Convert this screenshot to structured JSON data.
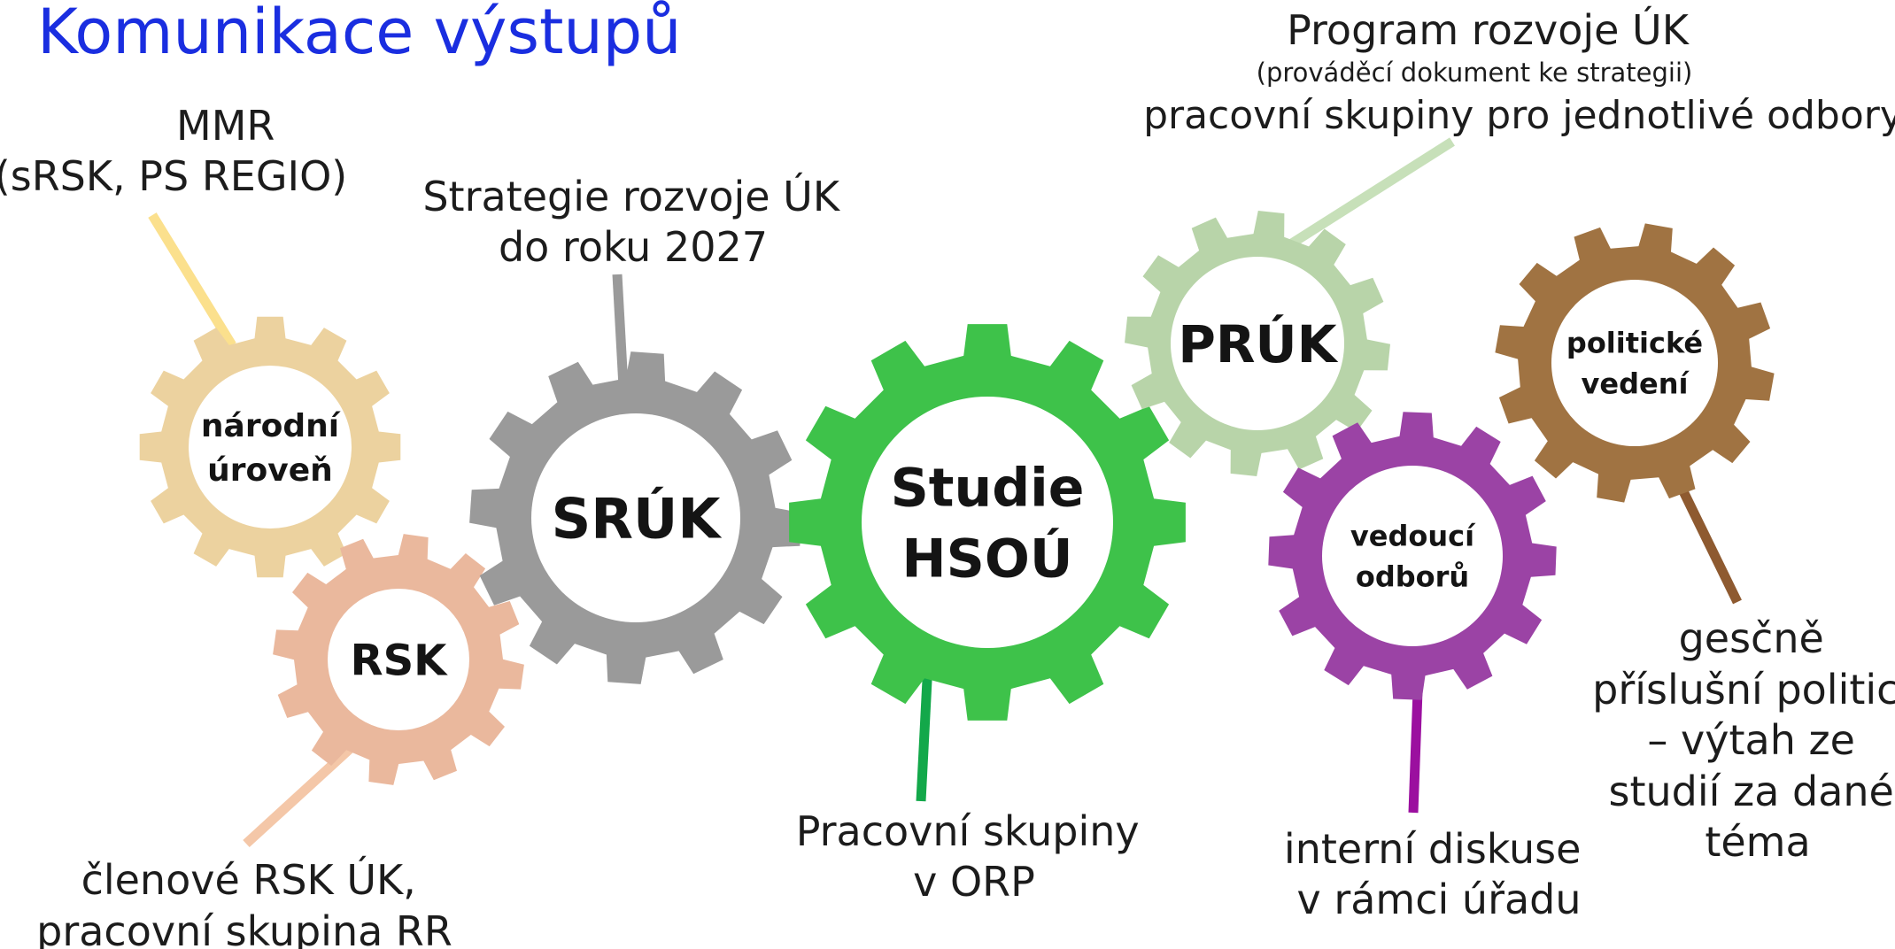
{
  "title": "Komunikace výstupů",
  "gears": [
    {
      "id": "narodni",
      "lines": [
        "národní",
        "úroveň"
      ],
      "color": "#ecd29f"
    },
    {
      "id": "rsk",
      "lines": [
        "RSK"
      ],
      "color": "#eab89d"
    },
    {
      "id": "sruk",
      "lines": [
        "SRÚK"
      ],
      "color": "#9a9a9a"
    },
    {
      "id": "studie",
      "lines": [
        "Studie",
        "HSOÚ"
      ],
      "color": "#3ec24a"
    },
    {
      "id": "pruk",
      "lines": [
        "PRÚK"
      ],
      "color": "#b8d4a9"
    },
    {
      "id": "vedouci",
      "lines": [
        "vedoucí",
        "odborů"
      ],
      "color": "#9b43a5"
    },
    {
      "id": "politicke",
      "lines": [
        "politické",
        "vedení"
      ],
      "color": "#a07342"
    }
  ],
  "labels": {
    "mmr": [
      "MMR",
      "(sRSK, PS REGIO)"
    ],
    "strategie": [
      "Strategie rozvoje ÚK",
      "do roku 2027"
    ],
    "program_title": "Program rozvoje ÚK",
    "program_note": "(prováděcí dokument ke strategii)",
    "program_groups": "pracovní skupiny pro jednotlivé odbory",
    "clenove": [
      "členové RSK ÚK,",
      "pracovní skupina RR"
    ],
    "pracovni": [
      "Pracovní skupiny",
      "v ORP"
    ],
    "interni": [
      "interní diskuse",
      "v rámci úřadu"
    ],
    "gescne": [
      "gesčně",
      "příslušní politici",
      "– výtah ze",
      "studií za dané",
      "téma"
    ]
  },
  "connector_colors": {
    "mmr": "#fbe08d",
    "strategie": "#9a9a9a",
    "program": "#c7e0b9",
    "clenove": "#f4c7a8",
    "pracovni": "#13a84a",
    "interni": "#9b0f9f",
    "gescne": "#8e5a30"
  }
}
